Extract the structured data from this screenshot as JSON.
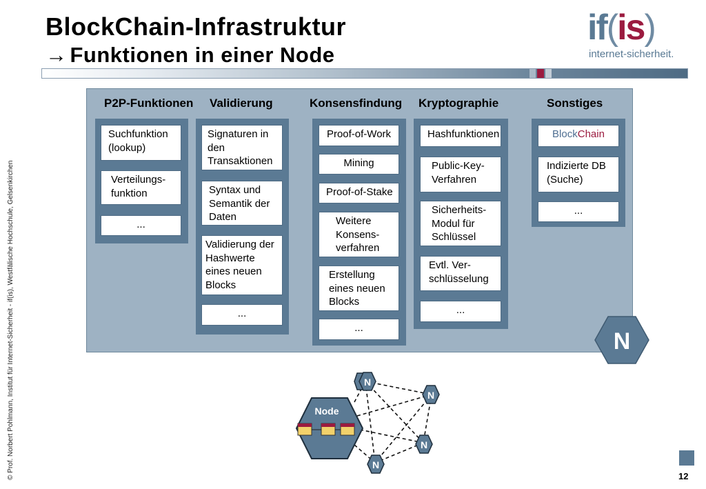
{
  "slide": {
    "title": "BlockChain-Infrastruktur",
    "subtitle_arrow": "→",
    "subtitle": "Funktionen in einer Node",
    "page_number": "12",
    "copyright": "© Prof.  Norbert Pohlmann, Institut für Internet-Sicherheit - if(is), Westfälische Hochschule, Gelsenkirchen"
  },
  "logo": {
    "mark_left": "if",
    "mark_open": "(",
    "mark_mid": "is",
    "mark_close": ")",
    "sub": "internet-sicherheit."
  },
  "columns": {
    "p2p": {
      "heading": "P2P-Funktionen",
      "items": [
        "Suchfunktion (lookup)",
        "Verteilungs-funktion",
        "..."
      ]
    },
    "validierung": {
      "heading": "Validierung",
      "items": [
        "Signaturen in den Transaktionen",
        "Syntax und Semantik der Daten",
        "Validierung der Hashwerte eines neuen Blocks",
        "..."
      ]
    },
    "konsens": {
      "heading": "Konsensfindung",
      "items": [
        "Proof-of-Work",
        "Mining",
        "Proof-of-Stake",
        "Weitere Konsens-verfahren",
        "Erstellung eines neuen Blocks",
        "..."
      ]
    },
    "krypto": {
      "heading": "Kryptographie",
      "items": [
        "Hashfunktionen",
        "Public-Key-Verfahren",
        "Sicherheits-Modul für Schlüssel",
        "Evtl. Ver-schlüsselung",
        "..."
      ]
    },
    "sonstiges": {
      "heading": "Sonstiges",
      "blockchain_block": "Block",
      "blockchain_chain": "Chain",
      "items": [
        "Indizierte DB (Suche)",
        "..."
      ]
    }
  },
  "node_badge": "N",
  "network": {
    "node_label": "Node",
    "peer_label": "N"
  },
  "colors": {
    "panel": "#9eb2c3",
    "column": "#5b7a94",
    "accent_red": "#9b1b3f",
    "accent_blue": "#4f6f92"
  }
}
